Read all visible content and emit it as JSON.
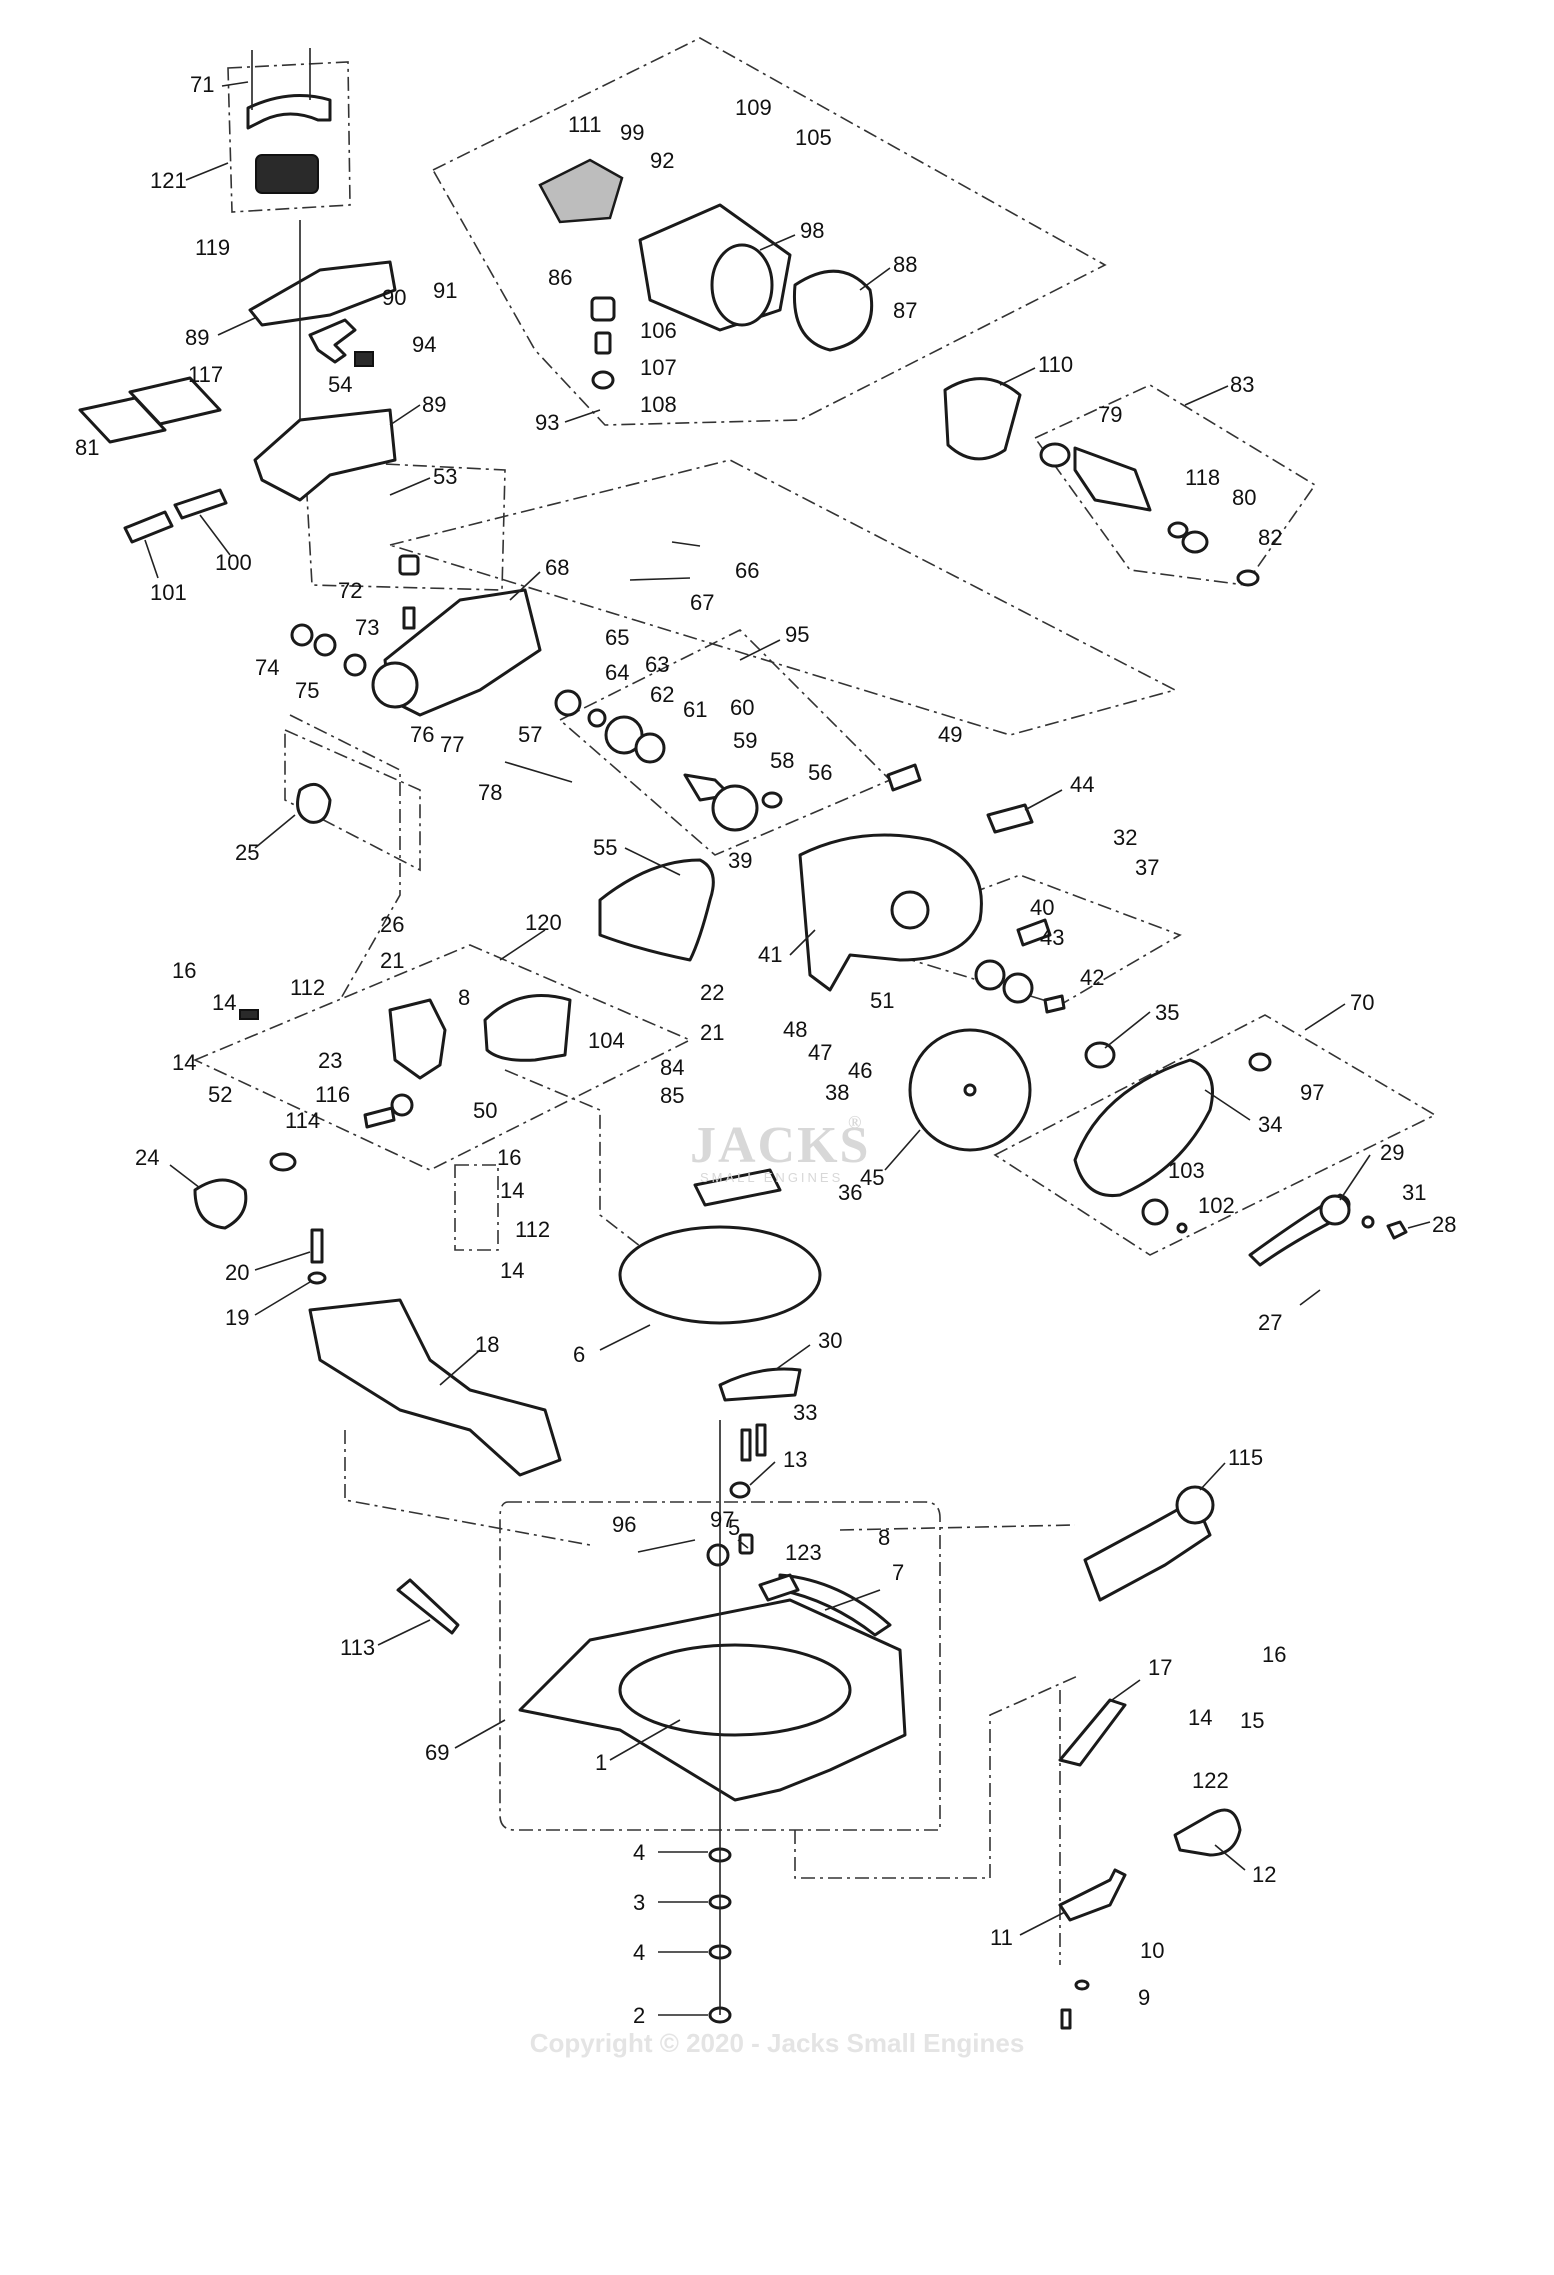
{
  "diagram": {
    "labels": [
      "1",
      "2",
      "3",
      "4",
      "5",
      "6",
      "7",
      "8",
      "9",
      "10",
      "11",
      "12",
      "13",
      "14",
      "15",
      "16",
      "17",
      "18",
      "19",
      "20",
      "21",
      "22",
      "23",
      "24",
      "25",
      "26",
      "27",
      "28",
      "29",
      "30",
      "31",
      "32",
      "33",
      "34",
      "35",
      "36",
      "37",
      "38",
      "39",
      "40",
      "41",
      "42",
      "43",
      "44",
      "45",
      "46",
      "47",
      "48",
      "49",
      "50",
      "51",
      "52",
      "53",
      "54",
      "55",
      "56",
      "57",
      "58",
      "59",
      "60",
      "61",
      "62",
      "63",
      "64",
      "65",
      "66",
      "67",
      "68",
      "69",
      "70",
      "71",
      "72",
      "73",
      "74",
      "75",
      "76",
      "77",
      "78",
      "79",
      "80",
      "81",
      "82",
      "83",
      "84",
      "85",
      "86",
      "87",
      "88",
      "89",
      "90",
      "91",
      "92",
      "93",
      "94",
      "95",
      "96",
      "97",
      "98",
      "99",
      "100",
      "101",
      "102",
      "103",
      "104",
      "105",
      "106",
      "107",
      "108",
      "109",
      "110",
      "111",
      "112",
      "113",
      "114",
      "115",
      "116",
      "117",
      "118",
      "119",
      "120",
      "121",
      "122",
      "123"
    ]
  },
  "watermark": {
    "logo": "JACKS",
    "registered": "®",
    "tagline": "SMALL ENGINES",
    "copyright": "Copyright © 2020 - Jacks Small Engines"
  }
}
